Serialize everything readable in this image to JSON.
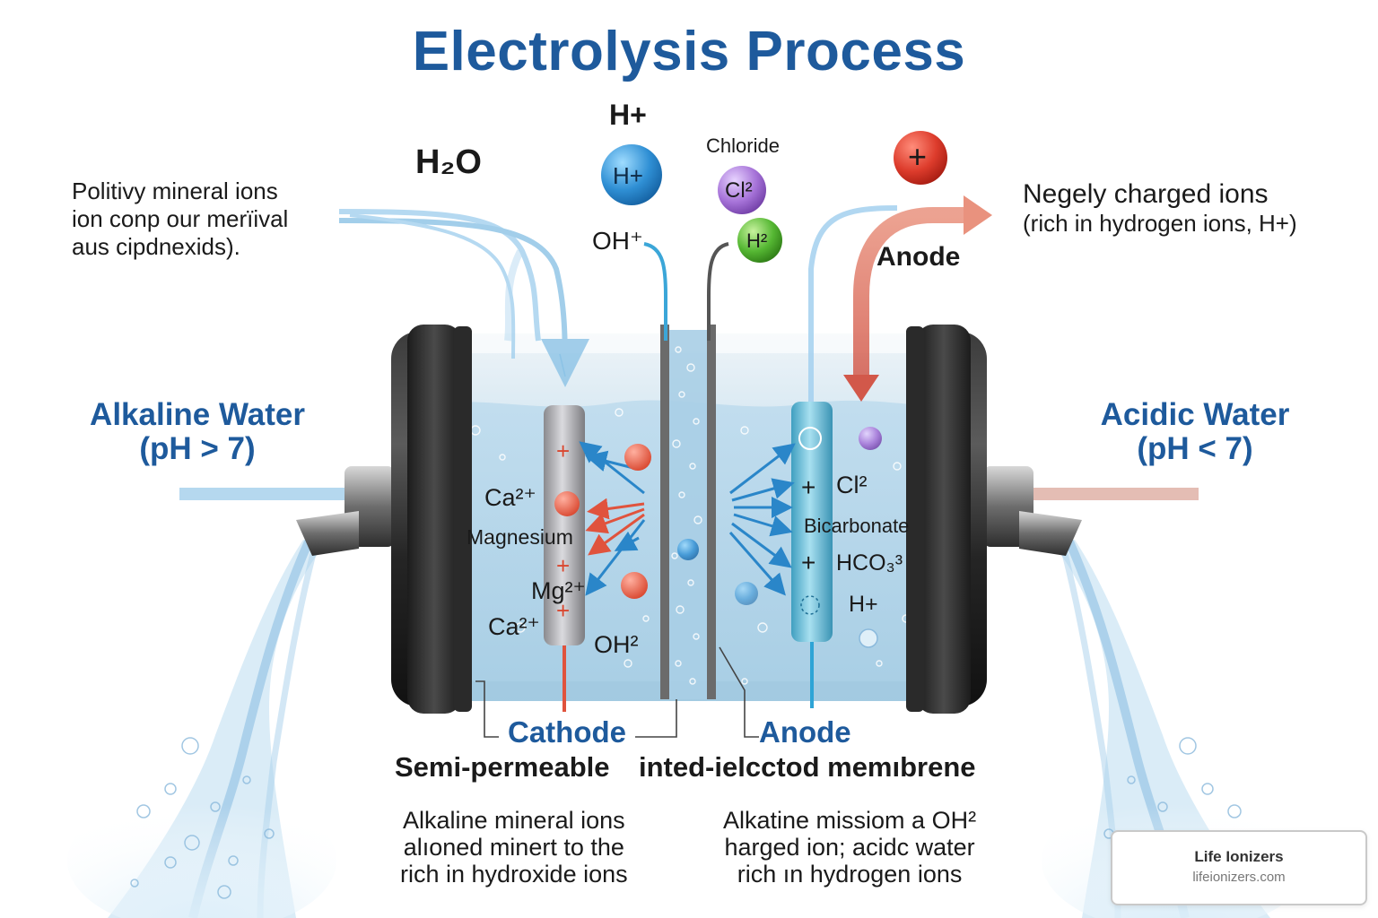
{
  "title": "Electrolysis Process",
  "top_labels": {
    "h2o": "H₂O",
    "h_plus_top": "H+",
    "h_plus_ion": "H+",
    "chloride": "Chloride",
    "cl_ion": "Cl²",
    "oh_top": "OH⁺",
    "h2_ion": "H²",
    "plus_ion": "+",
    "anode_top": "Anode"
  },
  "left_note": {
    "line1": "Politivy mineral ions",
    "line2": "ion conp our merïival",
    "line3": "aus cipdnexids)."
  },
  "right_note": {
    "line1": "Negely charged ions",
    "line2": "(rich in hydrogen ions, H+)"
  },
  "alkaline": {
    "line1": "Alkaline Water",
    "line2": "(pH > 7)"
  },
  "acidic": {
    "line1": "Acidic Water",
    "line2": "(pH < 7)"
  },
  "cathode_side": {
    "ca1": "Ca²⁺",
    "magnesium": "Magnesium",
    "mg": "Mg²⁺",
    "ca2": "Ca²⁺",
    "oh": "OH²",
    "plus_signs": [
      "+",
      "+",
      "+"
    ]
  },
  "anode_side": {
    "cl": "Cl²",
    "bicarbonate": "Bicarbonate",
    "hco3": "HCO₃³",
    "h": "H+",
    "plus_signs": [
      "+",
      "+"
    ]
  },
  "electrode_labels": {
    "cathode": "Cathode",
    "anode": "Anode"
  },
  "membrane_label": {
    "part1": "Semi-permeable",
    "part2": "inted-ielcctod memıbrene"
  },
  "bottom_left": {
    "line1": "Alkaline mineral ions",
    "line2": "alıoned minert to the",
    "line3": "rich in hydroxide ions"
  },
  "bottom_right": {
    "line1": "Alkatine missiom a OH²",
    "line2": "harged ion; acidc water",
    "line3": "rich ın hydrogen ions"
  },
  "badge": {
    "name": "Life Ionizers",
    "url": "lifeionizers.com"
  },
  "colors": {
    "title": "#1e5a9c",
    "cathode": "#a9a9ad",
    "anode": "#5fb7d2",
    "alkaline_stream": "#8cc3e6",
    "acidic_stream": "#e58b79",
    "ion_red": "#d94a3a",
    "ion_blue": "#2a86c9",
    "ion_purple": "#9a6ad0",
    "ion_green": "#4cae2c"
  }
}
